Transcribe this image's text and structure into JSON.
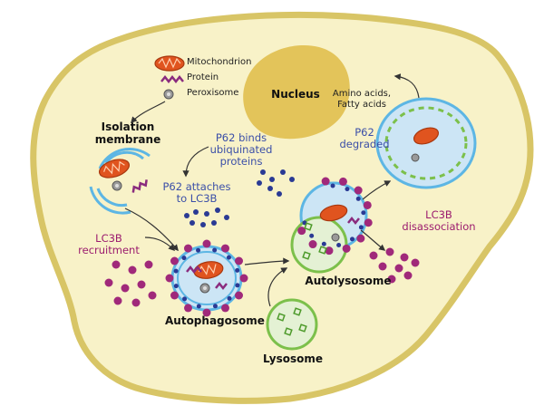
{
  "legend": {
    "mitochondrion": "Mitochondrion",
    "protein": "Protein",
    "peroxisome": "Peroxisome"
  },
  "labels": {
    "nucleus": "Nucleus",
    "isolation_membrane": [
      "Isolation",
      "membrane"
    ],
    "p62_binds": [
      "P62 binds",
      "ubiquinated",
      "proteins"
    ],
    "p62_attaches": [
      "P62 attaches",
      "to LC3B"
    ],
    "lc3b_recruitment": [
      "LC3B",
      "recruitment"
    ],
    "autophagosome": "Autophagosome",
    "autolysosome": "Autolysosome",
    "lysosome": "Lysosome",
    "p62_degraded": [
      "P62",
      "degraded"
    ],
    "lc3b_disassociation": [
      "LC3B",
      "disassociation"
    ],
    "amino_acids": [
      "Amino acids,",
      "Fatty acids"
    ]
  },
  "colors": {
    "cytoplasm": "#f8f2c8",
    "cell_membrane": "#d8c566",
    "nucleus": "#e3c45a",
    "vesicle_fill": "#cce5f5",
    "vesicle_ring": "#5db6e4",
    "lysosome_ring": "#7cc04b",
    "lysosome_fill": "#e4f1d4",
    "mitochondrion": "#e0541f",
    "p62": "#2a3a94",
    "lc3b": "#a0297a",
    "protein": "#8a2b7e",
    "peroxisome": "#9a9a9a"
  }
}
